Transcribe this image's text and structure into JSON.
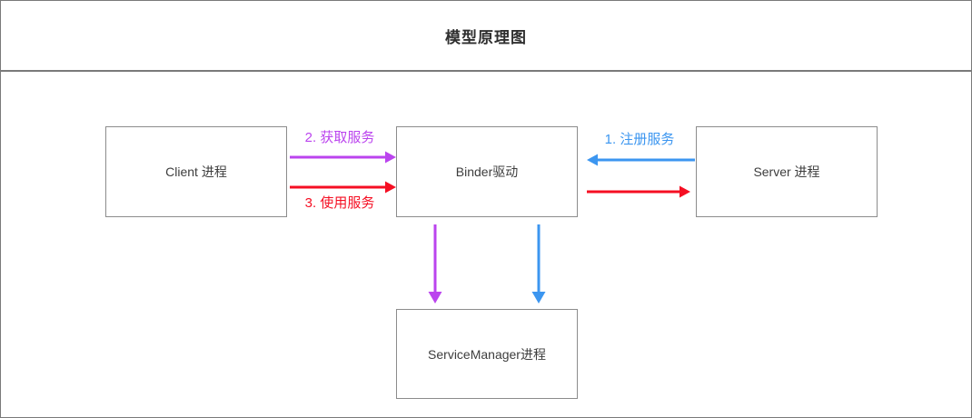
{
  "header": {
    "title": "模型原理图"
  },
  "diagram": {
    "nodes": {
      "client": {
        "label": "Client 进程"
      },
      "binder": {
        "label": "Binder驱动"
      },
      "server": {
        "label": "Server 进程"
      },
      "service_manager": {
        "label": "ServiceManager进程"
      }
    },
    "edges": {
      "register": {
        "label": "1. 注册服务",
        "from": "Server 进程",
        "to": "Binder驱动",
        "color": "#3c96f0"
      },
      "acquire": {
        "label": "2. 获取服务",
        "from": "Client 进程",
        "to": "Binder驱动",
        "color": "#bb44ee"
      },
      "use": {
        "label": "3. 使用服务",
        "from": "Client 进程",
        "to": "Binder驱动",
        "color": "#f50f23"
      },
      "binder_to_server": {
        "label": "",
        "from": "Binder驱动",
        "to": "Server 进程",
        "color": "#f50f23"
      },
      "binder_to_service_manager_purple": {
        "label": "",
        "from": "Binder驱动",
        "to": "ServiceManager进程",
        "color": "#bb44ee"
      },
      "binder_to_service_manager_blue": {
        "label": "",
        "from": "Binder驱动",
        "to": "ServiceManager进程",
        "color": "#3c96f0"
      }
    },
    "colors": {
      "purple": "#bb44ee",
      "red": "#f50f23",
      "blue": "#3c96f0",
      "box_border": "#8c8c8c",
      "frame_border": "#7a7a7a",
      "text": "#3d3d3d"
    }
  }
}
